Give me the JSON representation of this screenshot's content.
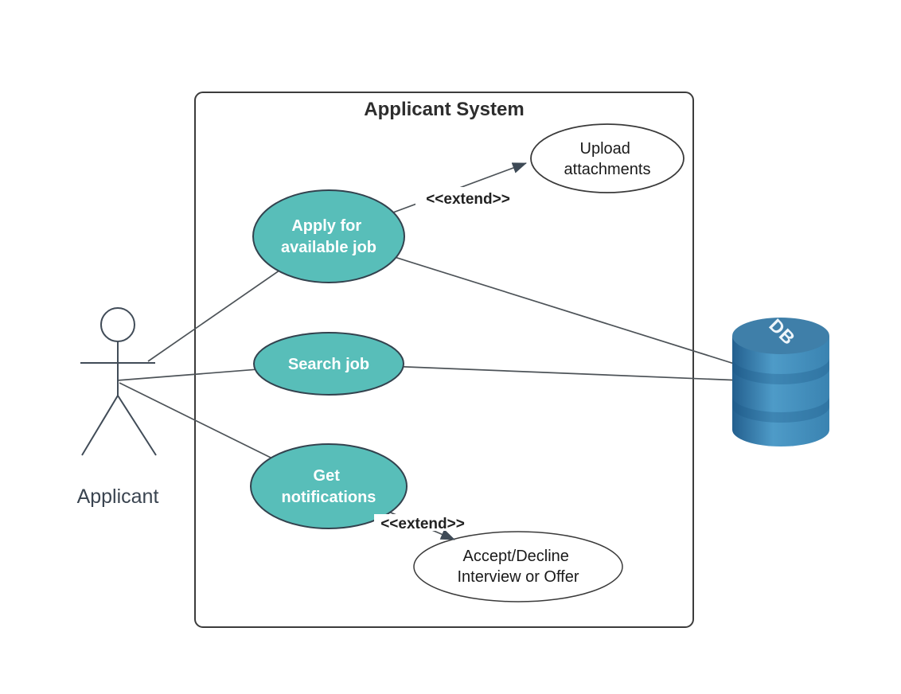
{
  "title": "Applicant System",
  "actor": {
    "label": "Applicant"
  },
  "use_cases": {
    "apply": {
      "line1": "Apply for",
      "line2": "available job"
    },
    "search": {
      "label": "Search job"
    },
    "notifications": {
      "line1": "Get",
      "line2": "notifications"
    },
    "upload": {
      "line1": "Upload",
      "line2": "attachments"
    },
    "accept": {
      "line1": "Accept/Decline",
      "line2": "Interview or Offer"
    }
  },
  "relations": {
    "extend_upload": "<<extend>>",
    "extend_accept": "<<extend>>"
  },
  "database": {
    "label": "DB"
  },
  "colors": {
    "use_case_fill": "#58beb9",
    "use_case_stroke": "#33424e",
    "plain_fill": "#ffffff",
    "plain_stroke": "#3a3a3a",
    "connector": "#4d5358",
    "arrow": "#3e4a56",
    "boundary_stroke": "#3c3c3c",
    "title_text": "#2d2d2d",
    "label_text": "#1a1a1a",
    "extend_text": "#222222",
    "ellipse_text": "#ffffff",
    "actor_stroke": "#414c58",
    "actor_label": "#3a4450",
    "db_top": "#3f7fa9",
    "db_top_stroke": "#356f96",
    "db_left": "#235f8e",
    "db_light": "#4e9bc8",
    "db_right": "#3a83b1",
    "db_groove": "#1c5583",
    "db_label": "#eef5fa"
  }
}
